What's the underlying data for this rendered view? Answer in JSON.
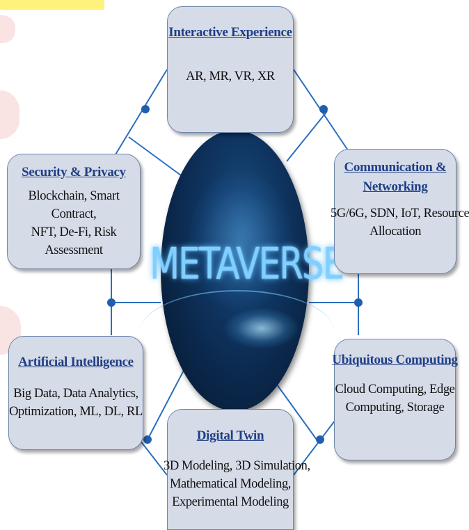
{
  "diagram": {
    "center_label": "METAVERSE",
    "nodes": [
      {
        "title": "Interactive Experience",
        "desc": [
          "AR, MR, VR, XR"
        ]
      },
      {
        "title": [
          "Communication &",
          "Networking"
        ],
        "desc": [
          "5G/6G, SDN, IoT, Resource",
          "Allocation"
        ]
      },
      {
        "title": "Ubiquitous Computing",
        "desc": [
          "Cloud Computing, Edge",
          "Computing, Storage"
        ]
      },
      {
        "title": "Digital Twin",
        "desc": [
          "3D Modeling, 3D Simulation,",
          "Mathematical Modeling,",
          "Experimental Modeling"
        ]
      },
      {
        "title": "Artificial Intelligence",
        "desc": [
          "Big Data,  Data Analytics,",
          "Optimization, ML, DL, RL"
        ]
      },
      {
        "title": "Security & Privacy",
        "desc": [
          "Blockchain, Smart Contract,",
          "NFT,  De-Fi, Risk",
          "Assessment"
        ]
      }
    ]
  },
  "colors": {
    "box_fill": "#d6dbe8",
    "box_border": "#6d84aa",
    "title_text": "#1f3f86",
    "connector": "#2a6fbd",
    "globe": "#0a2547",
    "center_label": "#7fd0ff"
  }
}
